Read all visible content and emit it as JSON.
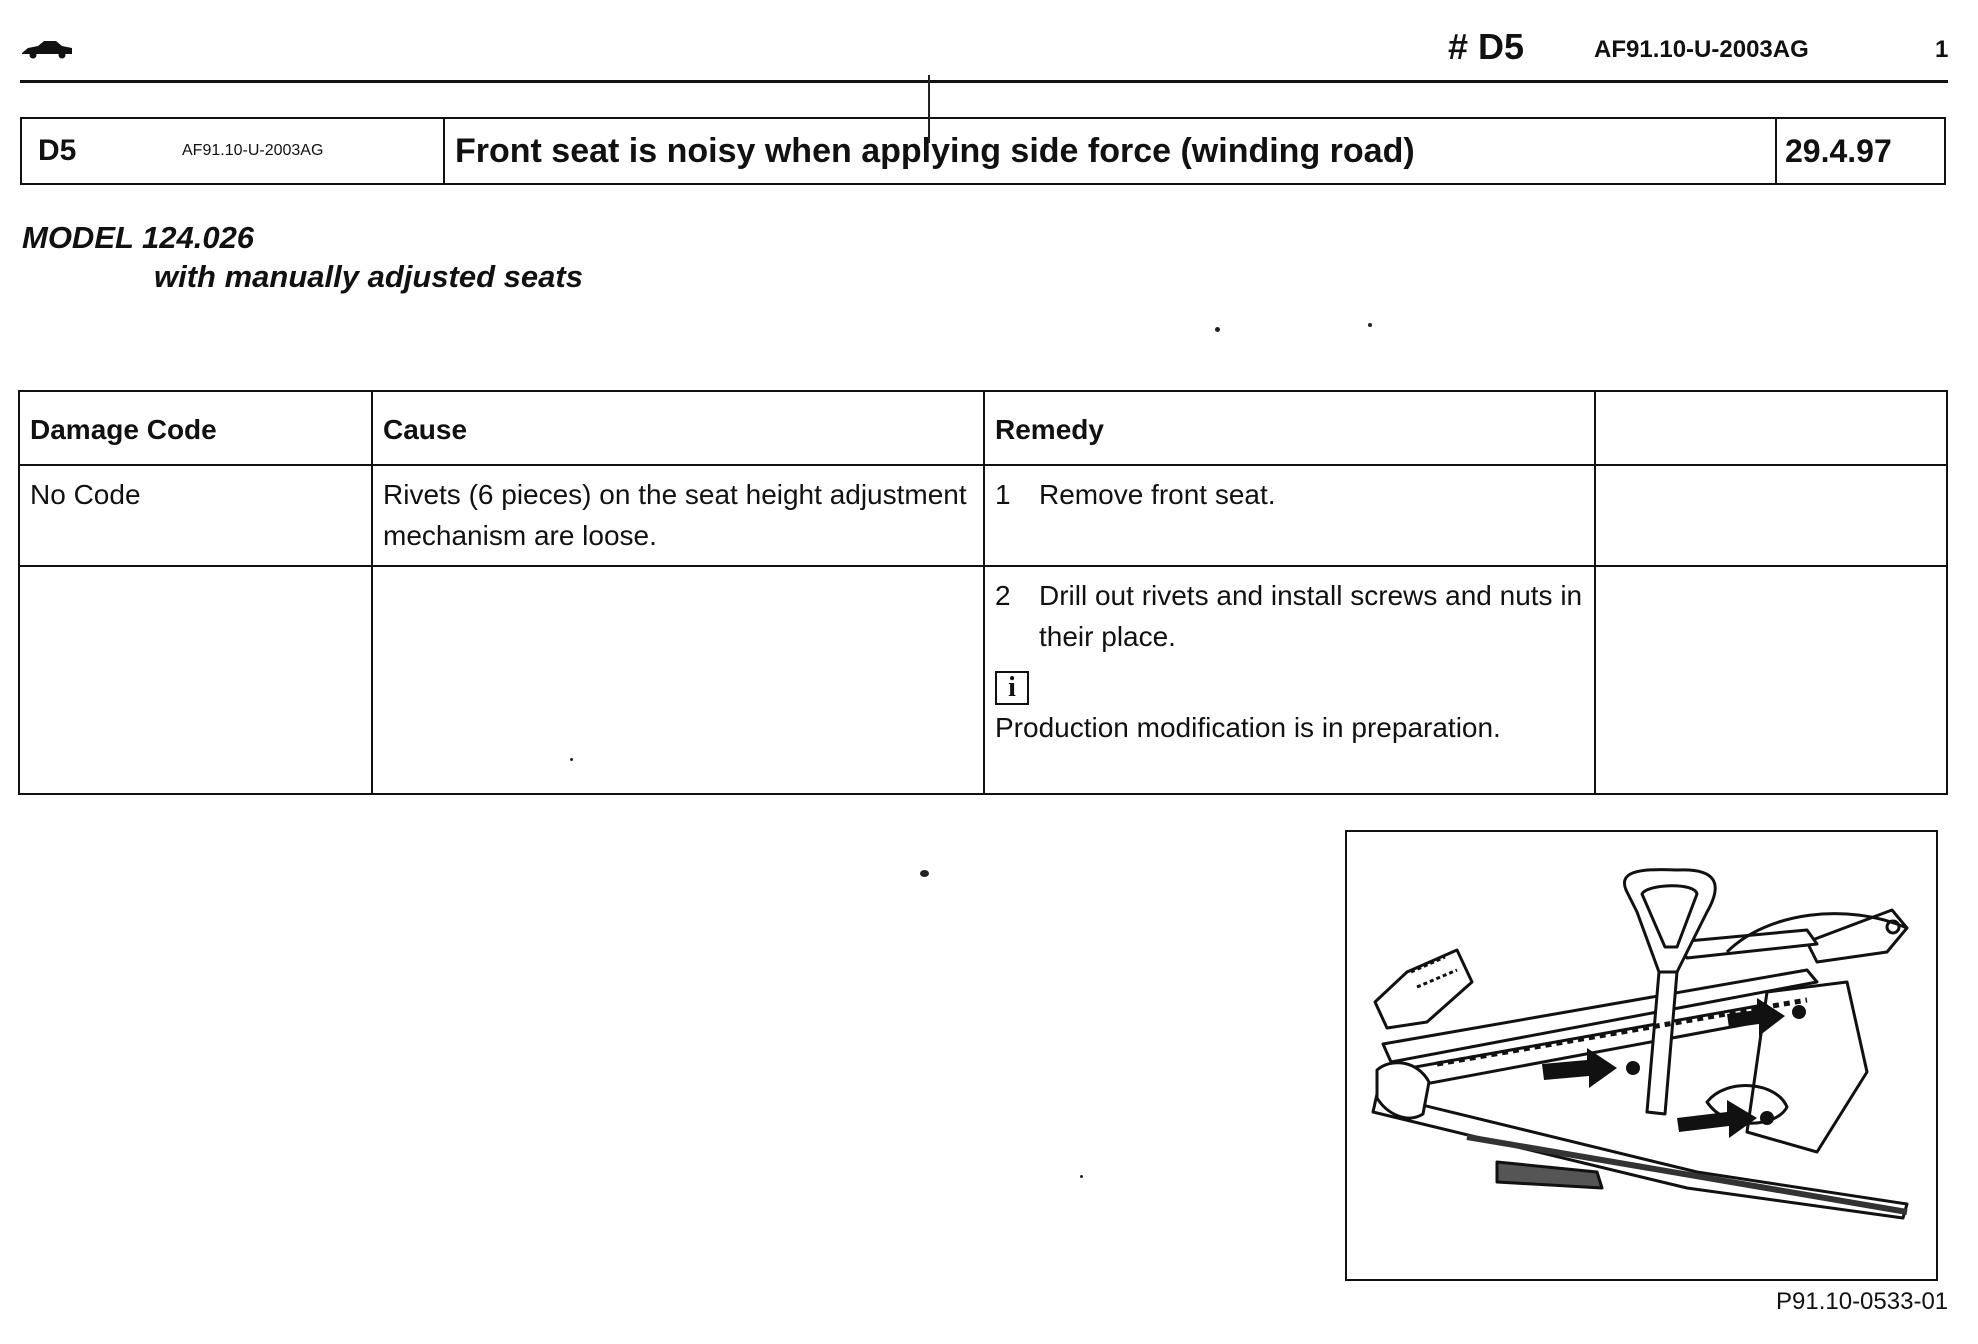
{
  "header": {
    "icon": "car-icon",
    "code": "# D5",
    "reference": "AF91.10-U-2003AG",
    "page_number": "1"
  },
  "title_bar": {
    "code": "D5",
    "reference": "AF91.10-U-2003AG",
    "description": "Front seat is noisy when applying side force (winding road)",
    "date": "29.4.97"
  },
  "model": {
    "line": "MODEL 124.026",
    "sub": "with manually adjusted seats"
  },
  "table": {
    "headers": [
      "Damage Code",
      "Cause",
      "Remedy",
      ""
    ],
    "rows": [
      {
        "damage_code": "No Code",
        "cause": "Rivets (6 pieces) on the seat height adjustment mechanism are loose.",
        "remedy_number": "1",
        "remedy": "Remove front seat."
      },
      {
        "damage_code": "",
        "cause": "",
        "remedy_number": "2",
        "remedy": "Drill out rivets and install screws and nuts in their place.",
        "info_icon": "i",
        "note": "Production modification is in preparation."
      }
    ]
  },
  "figure": {
    "illustration": "seat-height-adjustment-mechanism-with-arrows",
    "caption": "P91.10-0533-01"
  }
}
